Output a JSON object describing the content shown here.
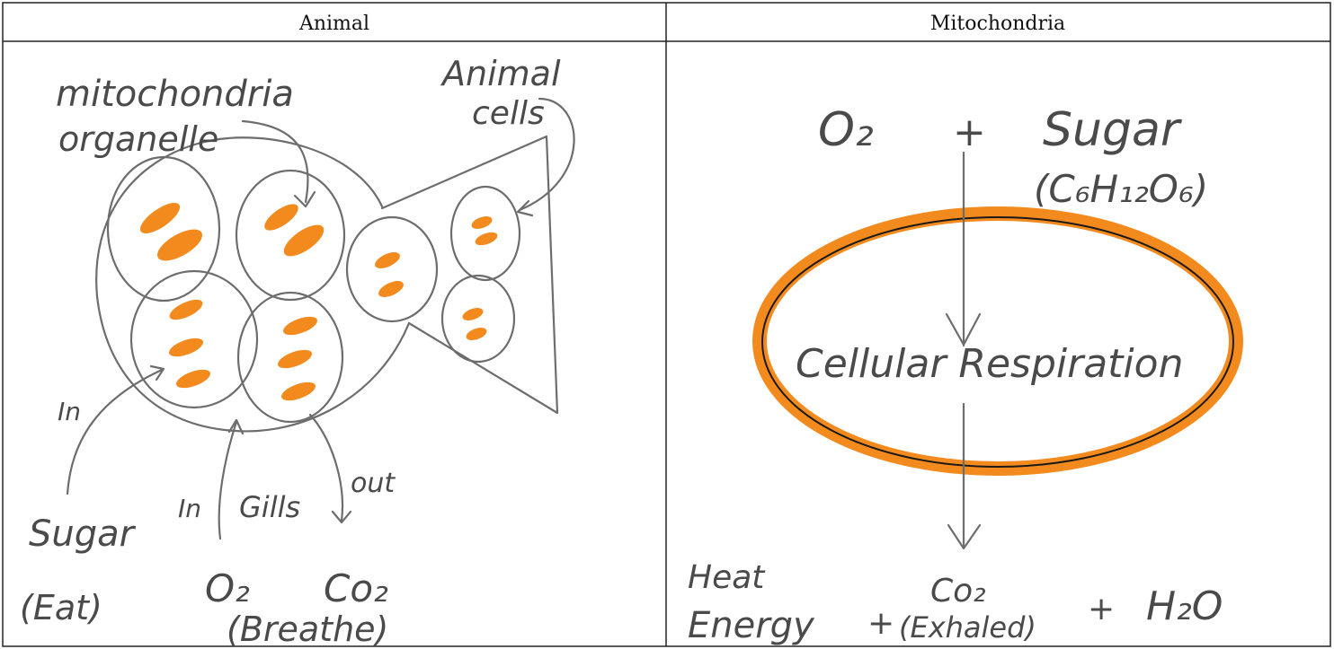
{
  "table": {
    "headers": [
      "Animal",
      "Mitochondria"
    ]
  },
  "animal_panel": {
    "labels": {
      "mito_line1": "mitochondria",
      "mito_line2": "organelle",
      "animal_line1": "Animal",
      "animal_line2": "cells",
      "in_left": "In",
      "sugar": "Sugar",
      "eat": "(Eat)",
      "in_gills": "In",
      "gills": "Gills",
      "out": "out",
      "o2": "O₂",
      "co2": "Co₂",
      "breathe": "(Breathe)"
    }
  },
  "mito_panel": {
    "labels": {
      "o2": "O₂",
      "plus1": "+",
      "sugar": "Sugar",
      "formula": "(C₆H₁₂O₆)",
      "cellular_respiration": "Cellular Respiration",
      "heat": "Heat",
      "energy": "Energy",
      "plus2": "+",
      "co2": "Co₂",
      "exhaled": "(Exhaled)",
      "plus3": "+",
      "h2o": "H₂O"
    }
  },
  "colors": {
    "ink": "#6d6d6d",
    "marker_orange": "#f28a1e",
    "ellipse_stroke": "#1a1a1a"
  }
}
